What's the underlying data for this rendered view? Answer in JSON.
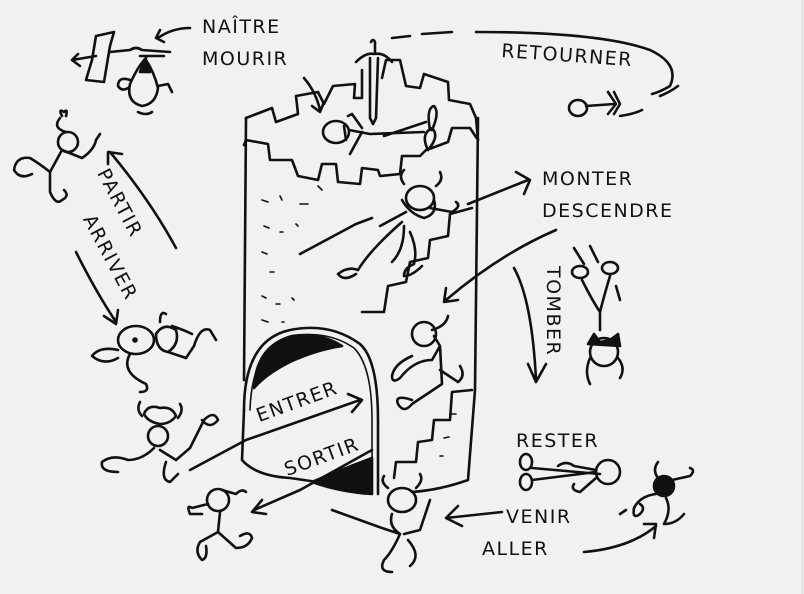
{
  "illustration": {
    "title": "",
    "subject": "castle-tower-verbs-of-movement",
    "colors": {
      "background": "#f1f1f1",
      "ink": "#111111"
    },
    "labels": {
      "naitre": "NAÎTRE",
      "mourir": "MOURIR",
      "retourner": "RETOURNER",
      "monter": "MONTER",
      "descendre": "DESCENDRE",
      "partir": "PARTIR",
      "arriver": "ARRIVER",
      "tomber": "TOMBER",
      "entrer": "ENTRER",
      "sortir": "SORTIR",
      "rester": "RESTER",
      "venir": "VENIR",
      "aller": "ALLER"
    },
    "figures": [
      {
        "name": "baby-stork-figure",
        "verb": "naître"
      },
      {
        "name": "dead-figure-on-tower",
        "verb": "mourir"
      },
      {
        "name": "returning-figure",
        "verb": "retourner"
      },
      {
        "name": "viking-climbing-figure",
        "verb": "monter"
      },
      {
        "name": "descending-figure",
        "verb": "descendre"
      },
      {
        "name": "departing-figure",
        "verb": "partir"
      },
      {
        "name": "arriving-viking-figure",
        "verb": "arriver"
      },
      {
        "name": "falling-figure",
        "verb": "tomber"
      },
      {
        "name": "entering-viking-figure",
        "verb": "entrer"
      },
      {
        "name": "exiting-figure",
        "verb": "sortir"
      },
      {
        "name": "lying-figure",
        "verb": "rester"
      },
      {
        "name": "coming-viking-figure",
        "verb": "venir"
      },
      {
        "name": "going-figure",
        "verb": "aller"
      }
    ],
    "footer_text_cut_off": ""
  }
}
